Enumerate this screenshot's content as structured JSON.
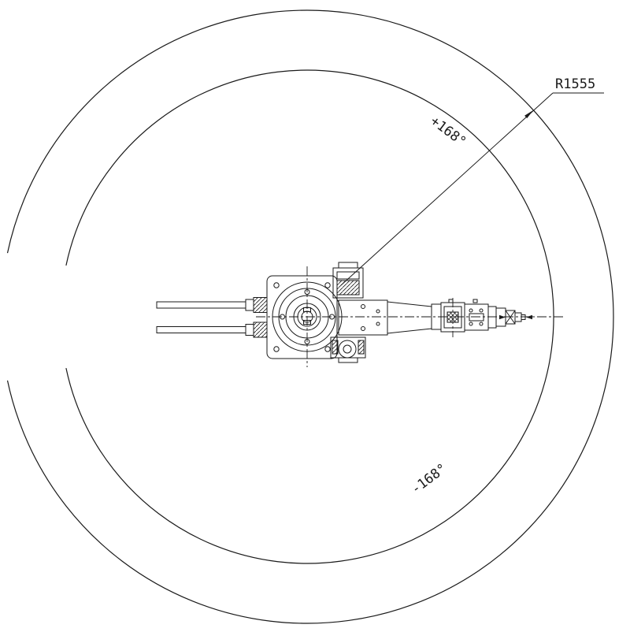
{
  "drawing": {
    "radius_dimension": "R1555",
    "positive_angle": "+168°",
    "negative_angle": "-168°"
  },
  "colors": {
    "line": "#1a1a1a",
    "background": "#ffffff"
  }
}
